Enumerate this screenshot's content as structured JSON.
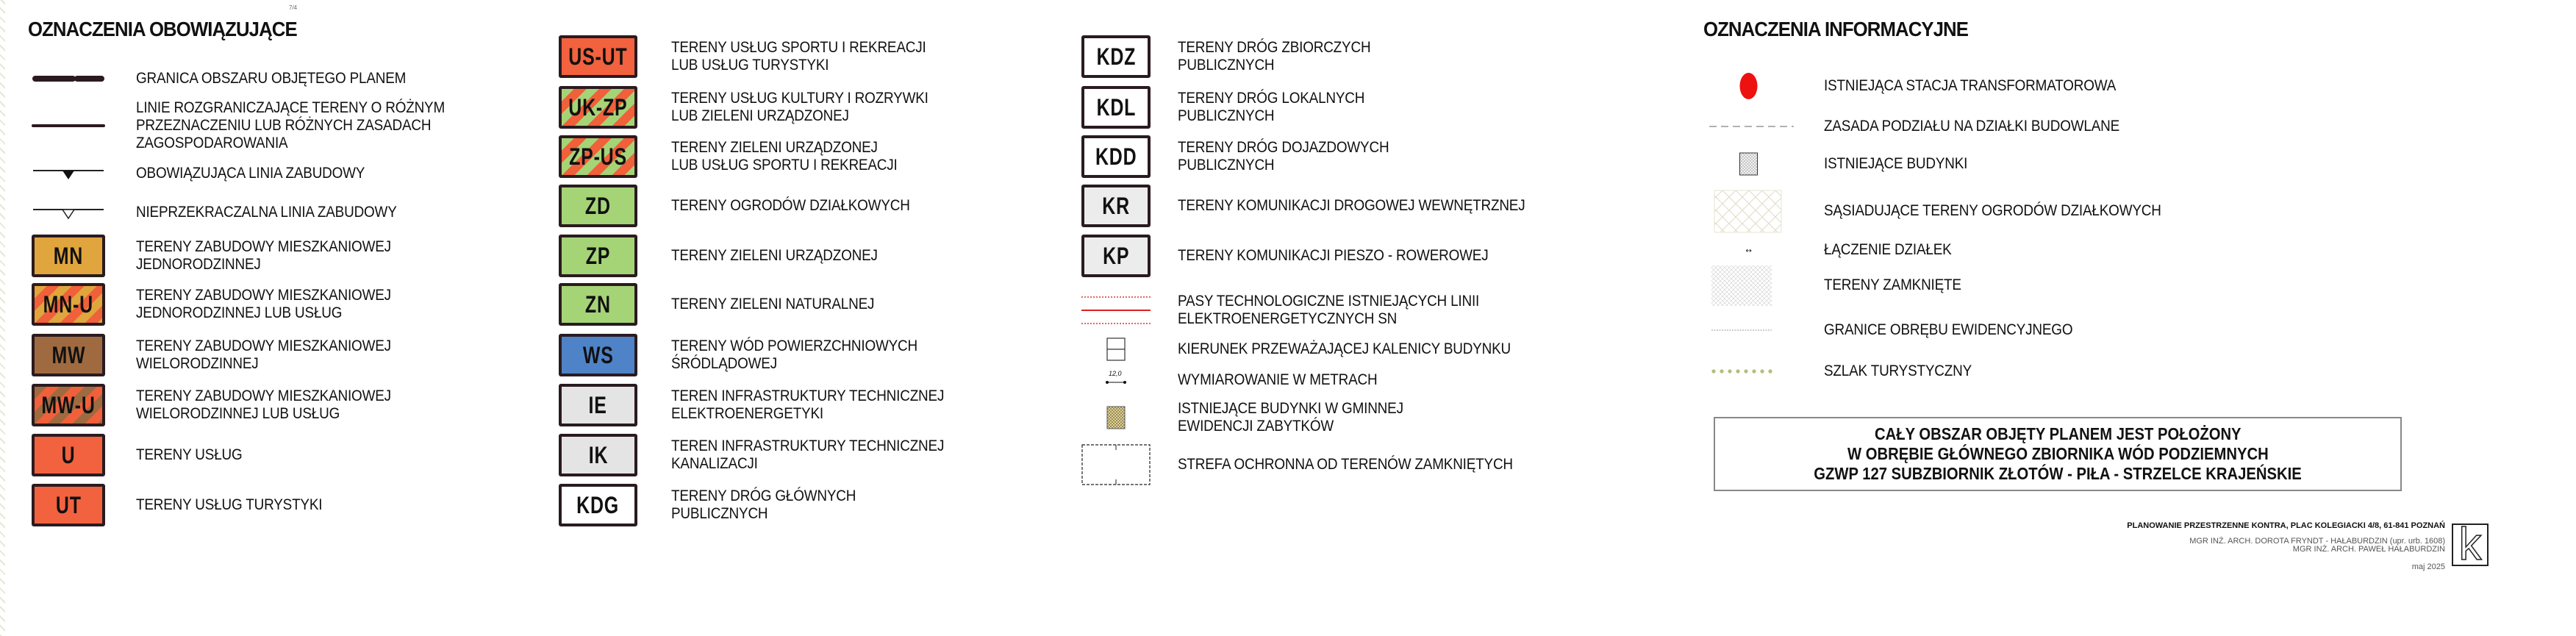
{
  "corner_mark": "7/4",
  "mandatory": {
    "title": "OZNACZENIA OBOWIĄZUJĄCE",
    "column1": [
      {
        "symbol": "thick-dashed-line",
        "text": "GRANICA OBSZARU OBJĘTEGO PLANEM"
      },
      {
        "symbol": "solid-line",
        "text": "LINIE ROZGRANICZAJĄCE TERENY O  RÓŻNYM\nPRZEZNACZENIU LUB RÓŻNYCH ZASADACH\nZAGOSPODAROWANIA"
      },
      {
        "symbol": "line-filled-triangle",
        "text": "OBOWIĄZUJĄCA LINIA ZABUDOWY"
      },
      {
        "symbol": "line-open-triangle",
        "text": "NIEPRZEKRACZALNA LINIA ZABUDOWY"
      },
      {
        "symbol": "box",
        "code": "MN",
        "fill": "#e0a53c",
        "text": "TERENY ZABUDOWY MIESZKANIOWEJ\nJEDNORODZINNEJ"
      },
      {
        "symbol": "box",
        "code": "MN-U",
        "fill": "#e0a53c",
        "stripe": "#f0603a",
        "text": "TERENY ZABUDOWY MIESZKANIOWEJ\nJEDNORODZINNEJ LUB USŁUG"
      },
      {
        "symbol": "box",
        "code": "MW",
        "fill": "#a06a40",
        "text": "TERENY ZABUDOWY MIESZKANIOWEJ\nWIELORODZINNEJ"
      },
      {
        "symbol": "box",
        "code": "MW-U",
        "fill": "#a06a40",
        "stripe": "#f0603a",
        "text": "TERENY ZABUDOWY MIESZKANIOWEJ\nWIELORODZINNEJ LUB USŁUG"
      },
      {
        "symbol": "box",
        "code": "U",
        "fill": "#f2623e",
        "text": "TERENY USŁUG"
      },
      {
        "symbol": "box",
        "code": "UT",
        "fill": "#f2623e",
        "text": "TERENY USŁUG TURYSTYKI"
      }
    ],
    "column2": [
      {
        "symbol": "box",
        "code": "US-UT",
        "fill": "#f2623e",
        "text": "TERENY USŁUG SPORTU I REKREACJI\nLUB USŁUG TURYSTYKI"
      },
      {
        "symbol": "box",
        "code": "UK-ZP",
        "fill": "#a5d477",
        "stripe": "#f0603a",
        "text": "TERENY USŁUG KULTURY I ROZRYWKI\nLUB ZIELENI URZĄDZONEJ"
      },
      {
        "symbol": "box",
        "code": "ZP-US",
        "fill": "#a5d477",
        "stripe": "#f0603a",
        "text": "TERENY ZIELENI URZĄDZONEJ\nLUB USŁUG SPORTU I REKREACJI"
      },
      {
        "symbol": "box",
        "code": "ZD",
        "fill": "#a5d477",
        "text": "TERENY OGRODÓW DZIAŁKOWYCH"
      },
      {
        "symbol": "box",
        "code": "ZP",
        "fill": "#a5d477",
        "text": "TERENY ZIELENI URZĄDZONEJ"
      },
      {
        "symbol": "box",
        "code": "ZN",
        "fill": "#a5d477",
        "text": "TERENY ZIELENI NATURALNEJ"
      },
      {
        "symbol": "box",
        "code": "WS",
        "fill": "#4f83c8",
        "text": "TERENY WÓD POWIERZCHNIOWYCH\nŚRÓDLĄDOWEJ"
      },
      {
        "symbol": "box",
        "code": "IE",
        "fill": "#e4e4e4",
        "text": "TEREN INFRASTRUKTURY TECHNICZNEJ\nELEKTROENERGETYKI"
      },
      {
        "symbol": "box",
        "code": "IK",
        "fill": "#e4e4e4",
        "text": "TEREN INFRASTRUKTURY TECHNICZNEJ\nKANALIZACJI"
      },
      {
        "symbol": "box",
        "code": "KDG",
        "fill": "#ffffff",
        "text": "TERENY DRÓG GŁÓWNYCH\nPUBLICZNYCH"
      }
    ],
    "column3": [
      {
        "symbol": "box",
        "code": "KDZ",
        "fill": "#ffffff",
        "text": "TERENY DRÓG ZBIORCZYCH\nPUBLICZNYCH"
      },
      {
        "symbol": "box",
        "code": "KDL",
        "fill": "#ffffff",
        "text": "TERENY DRÓG LOKALNYCH\nPUBLICZNYCH"
      },
      {
        "symbol": "box",
        "code": "KDD",
        "fill": "#ffffff",
        "text": "TERENY DRÓG DOJAZDOWYCH\nPUBLICZNYCH"
      },
      {
        "symbol": "box",
        "code": "KR",
        "fill": "#ececec",
        "text": "TERENY KOMUNIKACJI DROGOWEJ WEWNĘTRZNEJ"
      },
      {
        "symbol": "box",
        "code": "KP",
        "fill": "#ececec",
        "text": "TERENY KOMUNIKACJI PIESZO - ROWEROWEJ"
      },
      {
        "symbol": "red-power-lines",
        "text": "PASY TECHNOLOGICZNE ISTNIEJĄCYCH LINII\nELEKTROENERGETYCZNYCH SN"
      },
      {
        "symbol": "ridge-box",
        "text": "KIERUNEK PRZEWAŻAJĄCEJ KALENICY BUDYNKU"
      },
      {
        "symbol": "dimension",
        "dim_value": "12,0",
        "text": "WYMIAROWANIE W METRACH"
      },
      {
        "symbol": "heritage-hatch",
        "text": "ISTNIEJĄCE BUDYNKI W GMINNEJ\nEWIDENCJI ZABYTKÓW"
      },
      {
        "symbol": "dashed-zone",
        "text": "STREFA OCHRONNA OD TERENÓW ZAMKNIĘTYCH"
      }
    ]
  },
  "informational": {
    "title": "OZNACZENIA INFORMACYJNE",
    "items": [
      {
        "symbol": "red-dot",
        "text": "ISTNIEJĄCA STACJA TRANSFORMATOROWA"
      },
      {
        "symbol": "long-dash-line",
        "text": "ZASADA PODZIAŁU NA DZIAŁKI BUDOWLANE"
      },
      {
        "symbol": "building-hatch",
        "text": "ISTNIEJĄCE BUDYNKI"
      },
      {
        "symbol": "garden-hatch",
        "text": "SĄSIADUJĄCE TERENY OGRODÓW DZIAŁKOWYCH"
      },
      {
        "symbol": "merge-arrow",
        "text": "ŁĄCZENIE DZIAŁEK"
      },
      {
        "symbol": "closed-hatch",
        "text": "TERENY ZAMKNIĘTE"
      },
      {
        "symbol": "grey-dashed-line",
        "text": "GRANICE OBRĘBU EWIDENCYJNEGO"
      },
      {
        "symbol": "dotted-trail",
        "text": "SZLAK TURYSTYCZNY"
      }
    ],
    "notice": [
      "CAŁY OBSZAR OBJĘTY PLANEM JEST POŁOŻONY",
      "W OBRĘBIE GŁÓWNEGO ZBIORNIKA WÓD PODZIEMNYCH",
      "GZWP 127 SUBZBIORNIK ZŁOTÓW - PIŁA - STRZELCE KRAJEŃSKIE"
    ]
  },
  "footer": {
    "company": "PLANOWANIE PRZESTRZENNE KONTRA, PLAC KOLEGIACKI 4/8, 61-841 POZNAŃ",
    "author1": "MGR INŻ. ARCH. DOROTA FRYNDT - HAŁABURDZIN (upr. urb. 1608)",
    "author2": "MGR INŻ. ARCH. PAWEŁ HAŁABURDZIN",
    "date": "maj 2025",
    "logo_letter": "k"
  }
}
